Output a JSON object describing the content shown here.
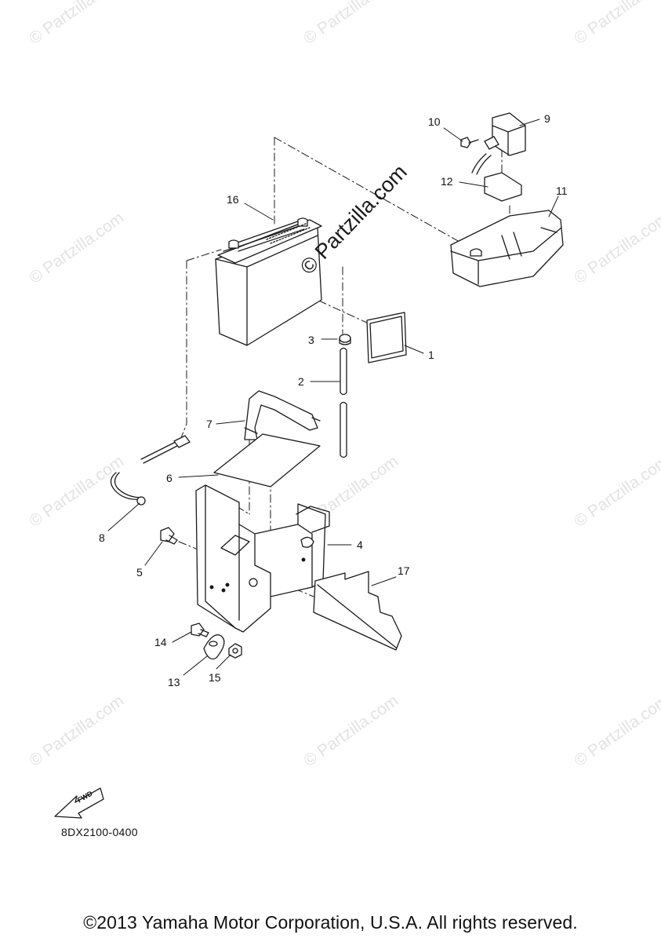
{
  "watermark": {
    "text": "© Partzilla.com",
    "center_text": "© Partzilla.com"
  },
  "callouts": [
    {
      "id": "1",
      "label": "1"
    },
    {
      "id": "2",
      "label": "2"
    },
    {
      "id": "3",
      "label": "3"
    },
    {
      "id": "4",
      "label": "4"
    },
    {
      "id": "5",
      "label": "5"
    },
    {
      "id": "6",
      "label": "6"
    },
    {
      "id": "7",
      "label": "7"
    },
    {
      "id": "8",
      "label": "8"
    },
    {
      "id": "9",
      "label": "9"
    },
    {
      "id": "10",
      "label": "10"
    },
    {
      "id": "11",
      "label": "11"
    },
    {
      "id": "12",
      "label": "12"
    },
    {
      "id": "13",
      "label": "13"
    },
    {
      "id": "14",
      "label": "14"
    },
    {
      "id": "15",
      "label": "15"
    },
    {
      "id": "16",
      "label": "16"
    },
    {
      "id": "17",
      "label": "17"
    }
  ],
  "fwd_label": "FWD",
  "diagram_code": "8DX2100-0400",
  "copyright": "©2013 Yamaha Motor Corporation, U.S.A. All rights reserved."
}
